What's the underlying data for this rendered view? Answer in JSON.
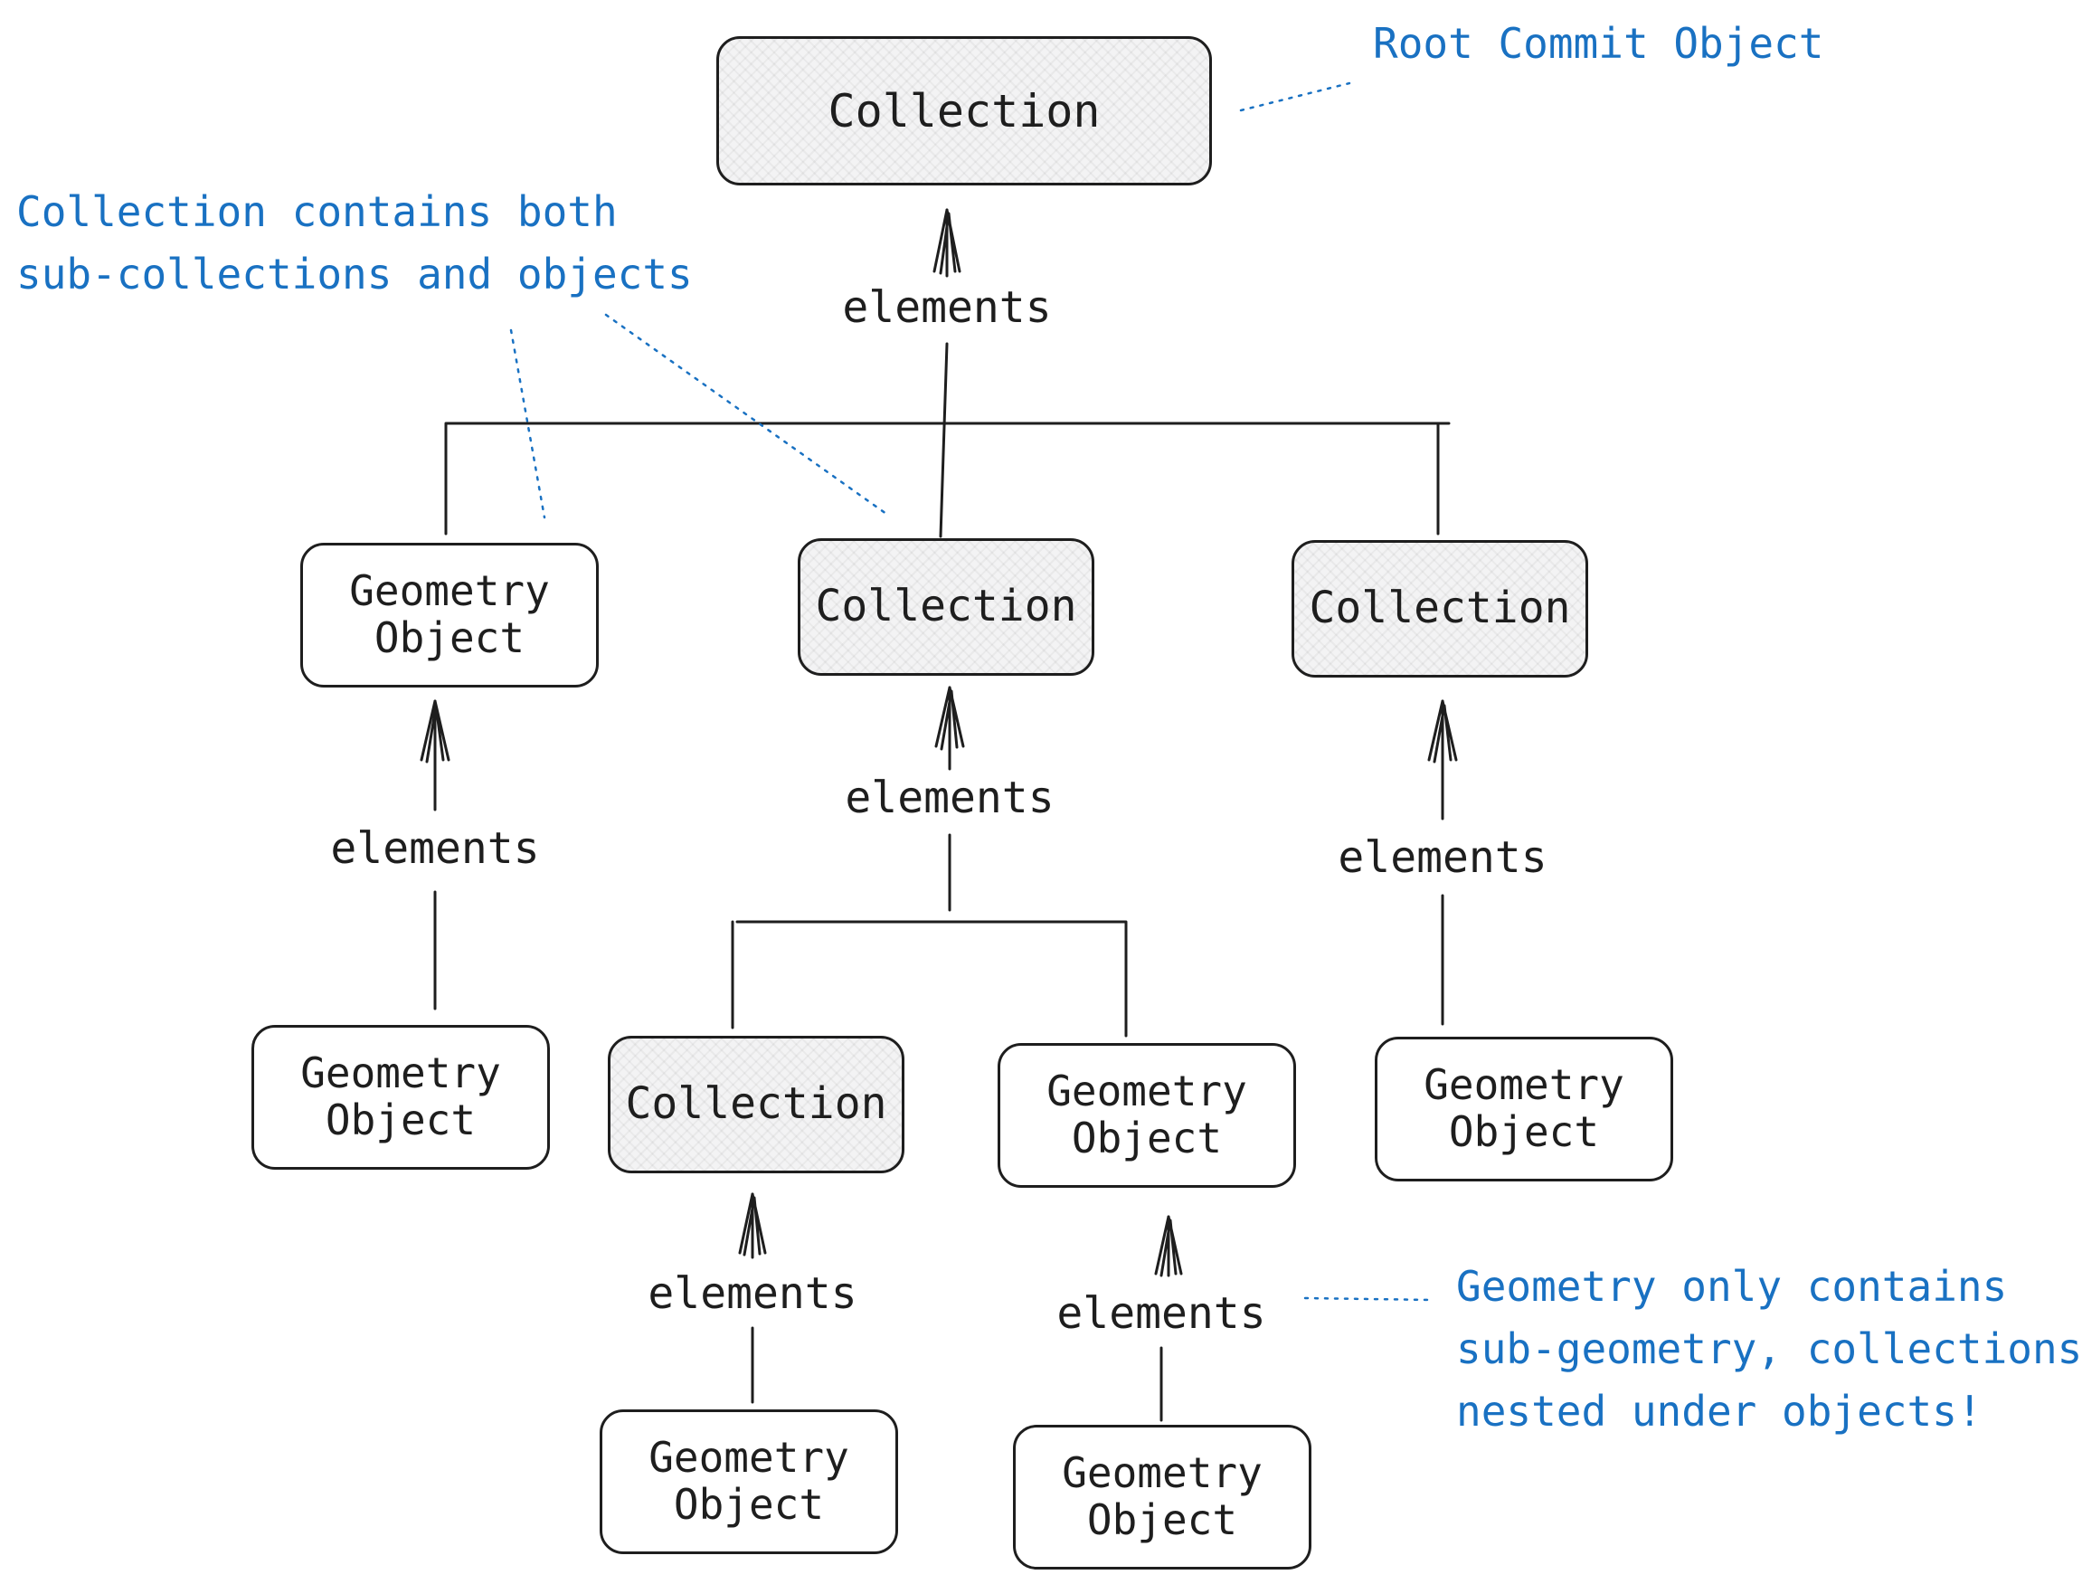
{
  "diagram": {
    "nodes": {
      "root": {
        "kind": "collection",
        "lines": [
          "Collection"
        ]
      },
      "l1_geometry": {
        "kind": "geometry",
        "lines": [
          "Geometry",
          "Object"
        ]
      },
      "l1_collection_mid": {
        "kind": "collection",
        "lines": [
          "Collection"
        ]
      },
      "l1_collection_right": {
        "kind": "collection",
        "lines": [
          "Collection"
        ]
      },
      "l2_geometry_left": {
        "kind": "geometry",
        "lines": [
          "Geometry",
          "Object"
        ]
      },
      "l2_collection": {
        "kind": "collection",
        "lines": [
          "Collection"
        ]
      },
      "l2_geometry_mid": {
        "kind": "geometry",
        "lines": [
          "Geometry",
          "Object"
        ]
      },
      "l2_geometry_right": {
        "kind": "geometry",
        "lines": [
          "Geometry",
          "Object"
        ]
      },
      "l3_geometry_left": {
        "kind": "geometry",
        "lines": [
          "Geometry",
          "Object"
        ]
      },
      "l3_geometry_right": {
        "kind": "geometry",
        "lines": [
          "Geometry",
          "Object"
        ]
      }
    },
    "edges": [
      {
        "from": [
          "l1_geometry",
          "l1_collection_mid",
          "l1_collection_right"
        ],
        "to": "root",
        "label": "elements"
      },
      {
        "from": [
          "l2_geometry_left"
        ],
        "to": "l1_geometry",
        "label": "elements"
      },
      {
        "from": [
          "l2_collection",
          "l2_geometry_mid"
        ],
        "to": "l1_collection_mid",
        "label": "elements"
      },
      {
        "from": [
          "l2_geometry_right"
        ],
        "to": "l1_collection_right",
        "label": "elements"
      },
      {
        "from": [
          "l3_geometry_left"
        ],
        "to": "l2_collection",
        "label": "elements"
      },
      {
        "from": [
          "l3_geometry_right"
        ],
        "to": "l2_geometry_mid",
        "label": "elements"
      }
    ],
    "annotations": {
      "root_note": {
        "lines": [
          "Root Commit Object"
        ],
        "color": "#1971c2"
      },
      "collection_note": {
        "lines": [
          "Collection contains both",
          "sub-collections and objects"
        ],
        "color": "#1971c2"
      },
      "geometry_note": {
        "lines": [
          "Geometry only contains",
          "sub-geometry, collections",
          "nested under objects!"
        ],
        "color": "#1971c2"
      }
    },
    "colors": {
      "stroke": "#1e1e1e",
      "annotation": "#1971c2",
      "collection_fill": "#f3f3f4",
      "geometry_fill": "#ffffff"
    }
  }
}
